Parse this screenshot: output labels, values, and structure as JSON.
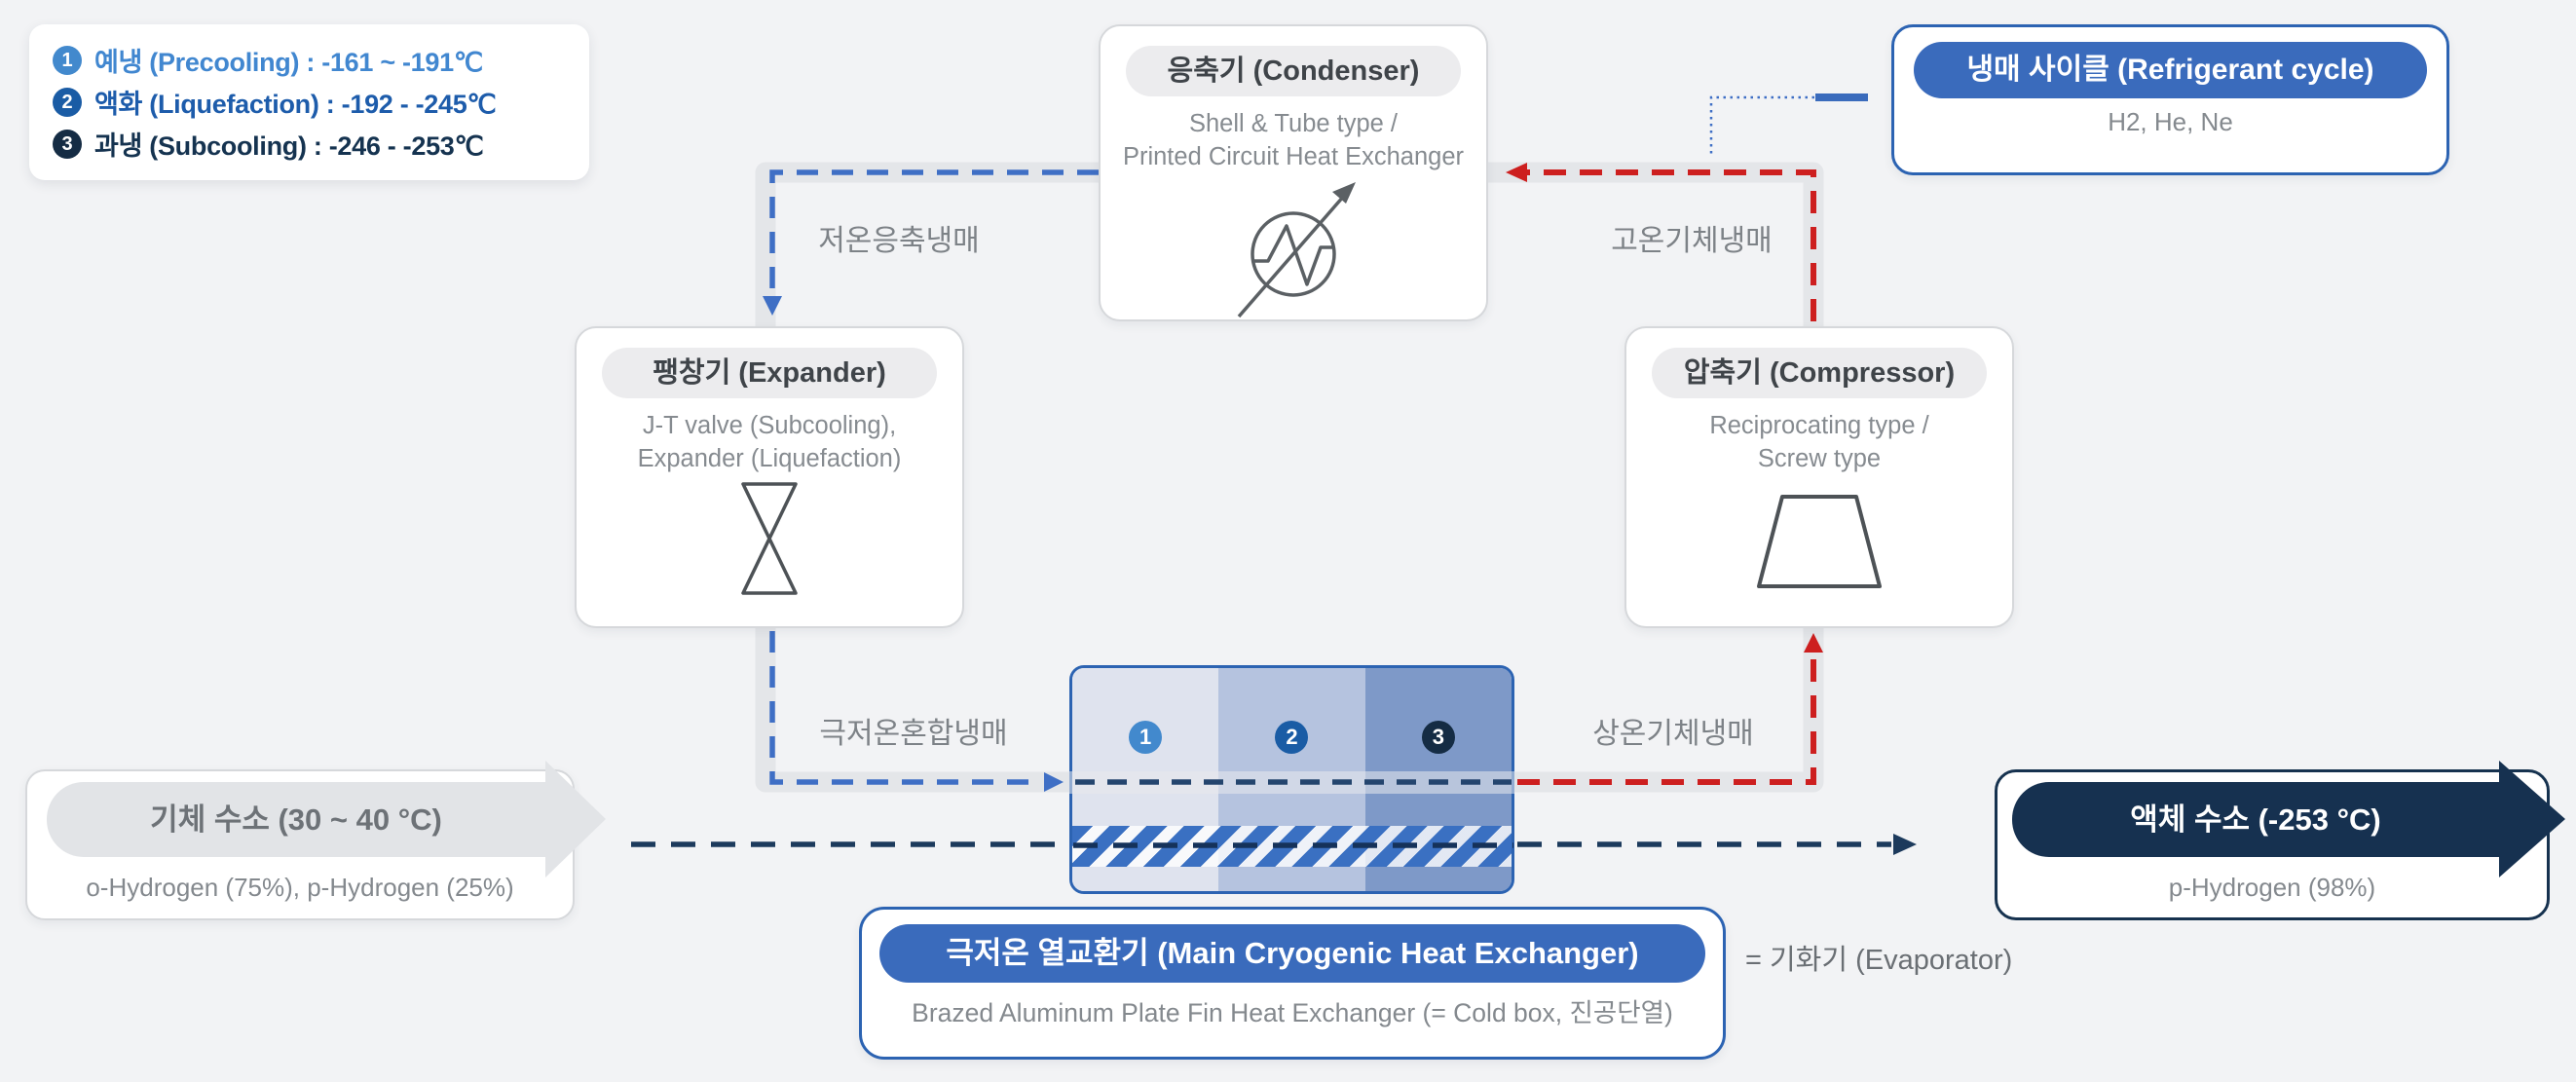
{
  "legend": {
    "items": [
      {
        "num": "1",
        "label": "예냉 (Precooling) : -161 ~ -191℃"
      },
      {
        "num": "2",
        "label": "액화 (Liquefaction) : -192 - -245℃"
      },
      {
        "num": "3",
        "label": "과냉 (Subcooling) : -246 - -253℃"
      }
    ]
  },
  "nodes": {
    "condenser": {
      "title": "응축기 (Condenser)",
      "subtitle": "Shell & Tube type /\nPrinted Circuit Heat Exchanger"
    },
    "expander": {
      "title": "팽창기 (Expander)",
      "subtitle": "J-T valve (Subcooling),\nExpander (Liquefaction)"
    },
    "compressor": {
      "title": "압축기 (Compressor)",
      "subtitle": "Reciprocating type /\nScrew type"
    },
    "refrigerant_cycle": {
      "title": "냉매 사이클 (Refrigerant cycle)",
      "subtitle": "H2, He, Ne"
    },
    "mche": {
      "title": "극저온 열교환기 (Main Cryogenic Heat Exchanger)",
      "subtitle": "Brazed Aluminum Plate Fin Heat Exchanger (= Cold box, 진공단열)",
      "note": "= 기화기 (Evaporator)"
    },
    "gas_hydrogen": {
      "title": "기체 수소 (30 ~ 40 °C)",
      "subtitle": "o-Hydrogen (75%), p-Hydrogen (25%)"
    },
    "liquid_hydrogen": {
      "title": "액체 수소 (-253 °C)",
      "subtitle": "p-Hydrogen (98%)"
    }
  },
  "flow_labels": {
    "cold_condensed": "저온응축냉매",
    "hot_gas": "고온기체냉매",
    "cryogenic_mixed": "극저온혼합냉매",
    "ambient_gas": "상온기체냉매"
  },
  "stages": [
    {
      "num": "1"
    },
    {
      "num": "2"
    },
    {
      "num": "3"
    }
  ],
  "colors": {
    "background": "#f2f3f5",
    "accent_blue": "#3a6bbc",
    "border_blue": "#2c63b2",
    "navy": "#16324f",
    "red_line": "#cd1f1f",
    "blue_line": "#3f6fc5",
    "navy_line": "#1d3a5e",
    "pipe_gray": "#e4e6e9",
    "stage1_fill": "#dfe3ee",
    "stage2_fill": "#b5c3df",
    "stage3_fill": "#7e99c8",
    "circle1": "#4289cd",
    "circle2": "#1a5ca5",
    "circle3": "#152c44"
  }
}
